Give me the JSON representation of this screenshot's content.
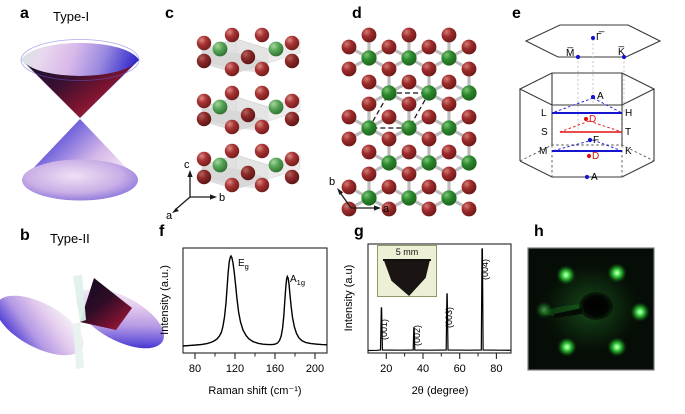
{
  "figure": {
    "panels": [
      "a",
      "b",
      "c",
      "d",
      "e",
      "f",
      "g",
      "h"
    ]
  },
  "panel_a": {
    "label": "a",
    "title": "Type-I",
    "description": "double-cone-dirac-dispersion"
  },
  "panel_b": {
    "label": "b",
    "title": "Type-II",
    "description": "tilted-overtilted-cone-dispersion"
  },
  "panel_c": {
    "label": "c",
    "axes": [
      "c",
      "b",
      "a"
    ],
    "atom_colors": {
      "anion": "#9e2b2b",
      "cation": "#3b8b3b",
      "polyhedra": "#d8d8d8"
    }
  },
  "panel_d": {
    "label": "d",
    "axes": [
      "b",
      "a"
    ],
    "atom_colors": {
      "anion": "#9e2b2b",
      "cation": "#2c8a2c",
      "bond": "#b8b8b8"
    }
  },
  "panel_e": {
    "label": "e",
    "surface_points": [
      "M̅",
      "Γ̅",
      "K̅"
    ],
    "bulk_points_left": [
      "L",
      "S",
      "M"
    ],
    "bulk_points_right": [
      "H",
      "T",
      "K"
    ],
    "bulk_points_center": [
      "A",
      "D",
      "F",
      "D",
      "A"
    ],
    "colors": {
      "blue": "#1515d0",
      "red": "#e01010",
      "frame": "#333333"
    }
  },
  "panel_f": {
    "label": "f",
    "chart_data": {
      "type": "line",
      "title": "",
      "xlabel": "Raman shift (cm⁻¹)",
      "ylabel": "Intensity (a.u.)",
      "xlim": [
        68,
        212
      ],
      "xticks": [
        80,
        120,
        160,
        200
      ],
      "xticklabels": [
        "80",
        "120",
        "160",
        "200"
      ],
      "ylim": [
        0,
        1.05
      ],
      "grid": false,
      "annotations": [
        {
          "text": "E",
          "sub": "g",
          "x": 112,
          "y": 0.93
        },
        {
          "text": "A",
          "sub": "1g",
          "x": 163,
          "y": 0.72
        }
      ],
      "peaks": [
        {
          "label": "Eg",
          "center": 110,
          "height": 0.88,
          "width": 6
        },
        {
          "label": "A1g",
          "center": 157,
          "height": 0.66,
          "width": 5
        }
      ],
      "baseline": 0.06
    }
  },
  "panel_g": {
    "label": "g",
    "inset": {
      "scalebar_label": "5 mm",
      "background": "#eef0d6",
      "sample": "crystal-photograph"
    },
    "chart_data": {
      "type": "line",
      "title": "",
      "xlabel": "2θ (degree)",
      "ylabel": "Intensity (a.u)",
      "xlim": [
        10,
        88
      ],
      "xticks": [
        20,
        40,
        60,
        80
      ],
      "xticklabels": [
        "20",
        "40",
        "60",
        "80"
      ],
      "ylim": [
        0,
        1.05
      ],
      "grid": false,
      "peaks": [
        {
          "label": "(001)",
          "two_theta": 17.2,
          "height": 0.4
        },
        {
          "label": "(002)",
          "two_theta": 34.8,
          "height": 0.2
        },
        {
          "label": "(003)",
          "two_theta": 52.8,
          "height": 0.52
        },
        {
          "label": "(004)",
          "two_theta": 72.0,
          "height": 0.97
        }
      ],
      "baseline": 0.03
    }
  },
  "panel_h": {
    "label": "h",
    "description": "leed-diffraction-pattern",
    "background": "#050b05",
    "spot_color": "#2fe83a",
    "spot_count": 6
  }
}
